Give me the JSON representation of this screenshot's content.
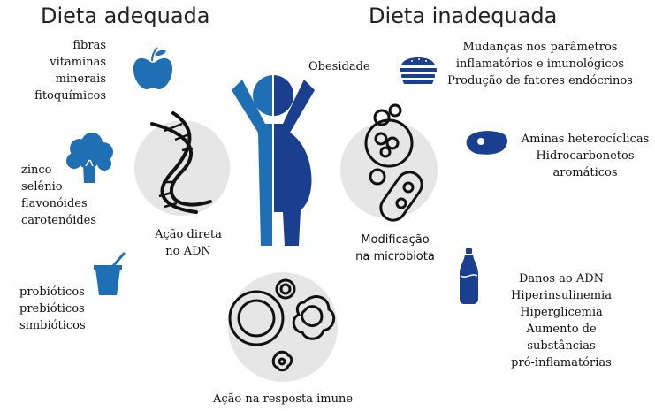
{
  "headings": {
    "left": "Dieta adequada",
    "right": "Dieta inadequada"
  },
  "left_groups": {
    "group1": [
      "fibras",
      "vitaminas",
      "minerais",
      "fitoquímicos"
    ],
    "group2": [
      "zinco",
      "selênio",
      "flavonóides",
      "carotenóides"
    ],
    "group3": [
      "probióticos",
      "prebióticos",
      "simbióticos"
    ]
  },
  "right_groups": {
    "group1": [
      "Mudanças nos parâmetros",
      "inflamatórios e imunológicos",
      "Produção de fatores endócrinos"
    ],
    "group2": [
      "Aminas heterocíclicas",
      "Hidrocarbonetos",
      "aromáticos"
    ],
    "group3": [
      "Danos ao ADN",
      "Hiperinsulinemia",
      "Hiperglicemia",
      "Aumento de",
      "substâncias",
      "pró-inflamatórias"
    ]
  },
  "center": {
    "obesity_label": "Obesidade",
    "dna_action": [
      "Ação direta",
      "no  ADN"
    ],
    "microbiota": [
      "Modificação",
      "na microbiota"
    ],
    "immune": "Ação na resposta imune"
  },
  "colors": {
    "blue_light": "#1f6fb4",
    "blue_dark": "#1a3f8f",
    "circle_gray": "#e6e6e6",
    "line": "#111111"
  },
  "icons": [
    "apple-icon",
    "broccoli-icon",
    "yogurt-icon",
    "dna-icon",
    "person-icon",
    "bacteria-icon",
    "immune-cells-icon",
    "burger-icon",
    "meat-icon",
    "soda-bottle-icon"
  ]
}
